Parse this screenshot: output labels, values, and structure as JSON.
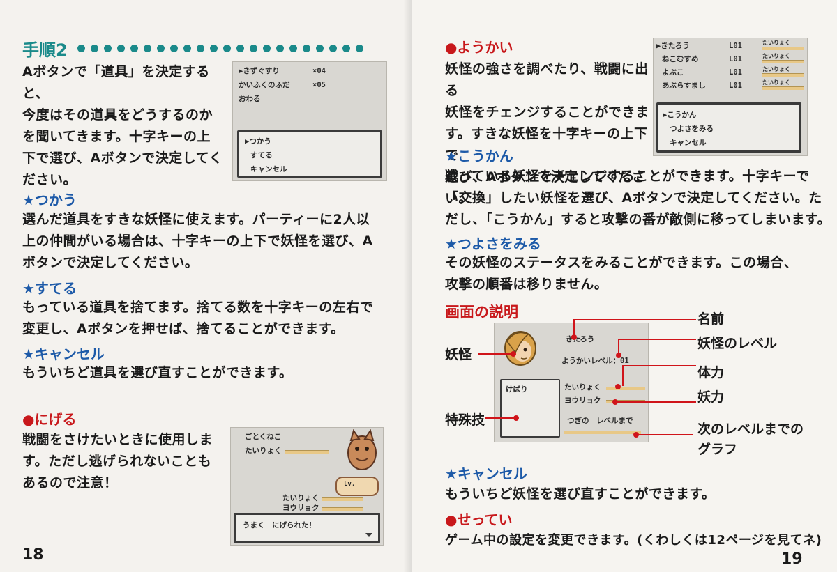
{
  "left_page": {
    "step_heading": "手順2",
    "intro_lines": [
      "Aボタンで「道具」を決定すると、",
      "今度はその道具をどうするのか",
      "を聞いてきます。十字キーの上",
      "下で選び、Aボタンで決定してく",
      "ださい。"
    ],
    "item_screen": {
      "items": [
        {
          "name": "▶きずぐすり",
          "qty": "×04"
        },
        {
          "name": "かいふくのふだ",
          "qty": "×05"
        },
        {
          "name": "おわる",
          "qty": ""
        }
      ],
      "menu": [
        "▶つかう",
        "すてる",
        "キャンセル"
      ]
    },
    "use": {
      "heading": "★つかう",
      "lines": [
        "選んだ道具をすきな妖怪に使えます。パーティーに2人以",
        "上の仲間がいる場合は、十字キーの上下で妖怪を選び、A",
        "ボタンで決定してください。"
      ]
    },
    "discard": {
      "heading": "★すてる",
      "lines": [
        "もっている道具を捨てます。捨てる数を十字キーの左右で",
        "変更し、Aボタンを押せば、捨てることができます。"
      ]
    },
    "cancel": {
      "heading": "★キャンセル",
      "lines": [
        "もういちど道具を選び直すことができます。"
      ]
    },
    "flee": {
      "heading": "●にげる",
      "lines": [
        "戦闘をさけたいときに使用しま",
        "す。ただし逃げられないことも",
        "あるので注意！"
      ]
    },
    "battle_screen": {
      "enemy_name": "ごとくねこ",
      "enemy_hp_label": "たいりょく",
      "level_label": "Lv.",
      "hp_label": "たいりょく",
      "sp_label": "ヨウリョク",
      "message": "うまく　にげられた！"
    },
    "page_number": "18"
  },
  "right_page": {
    "yokai": {
      "heading": "●ようかい",
      "lines": [
        "妖怪の強さを調べたり、戦闘に出る",
        "妖怪をチェンジすることができま",
        "す。すきな妖怪を十字キーの上下で",
        "選び、Aボタンで決定してください。"
      ]
    },
    "party_screen": {
      "members": [
        {
          "name": "▶きたろう",
          "level": "L01",
          "stat": "たいりょく"
        },
        {
          "name": "ねこむすめ",
          "level": "L01",
          "stat": "たいりょく"
        },
        {
          "name": "よぶこ",
          "level": "L01",
          "stat": "たいりょく"
        },
        {
          "name": "あぶらすまし",
          "level": "L01",
          "stat": "たいりょく"
        }
      ],
      "menu": [
        "▶こうかん",
        "つよさをみる",
        "キャンセル"
      ]
    },
    "swap": {
      "heading": "★こうかん",
      "lines": [
        "戦っている妖怪をチェンジすることができます。十字キーで",
        "「交換」したい妖怪を選び、Aボタンで決定してください。た",
        "だし、「こうかん」すると攻撃の番が敵側に移ってしまいます。"
      ]
    },
    "stats": {
      "heading": "★つよさをみる",
      "lines": [
        "その妖怪のステータスをみることができます。この場合、",
        "攻撃の順番は移りません。"
      ]
    },
    "screen_desc": {
      "heading": "画面の説明",
      "labels": {
        "yokai": "妖怪",
        "special": "特殊技",
        "name": "名前",
        "level": "妖怪のレベル",
        "hp": "体力",
        "sp": "妖力",
        "next_line1": "次のレベルまでの",
        "next_line2": "グラフ"
      },
      "status_screen": {
        "char_name": "きたろう",
        "level_text": "ようかいレベル：01",
        "special_name": "けばり",
        "hp_label": "たいりょく",
        "sp_label": "ヨウリョク",
        "next_label": "つぎの　レベルまで"
      }
    },
    "cancel": {
      "heading": "★キャンセル",
      "lines": [
        "もういちど妖怪を選び直すことができます。"
      ]
    },
    "settings": {
      "heading": "●せってい",
      "lines": [
        "ゲーム中の設定を変更できます。(くわしくは12ページを見てネ)"
      ]
    },
    "page_number": "19"
  }
}
